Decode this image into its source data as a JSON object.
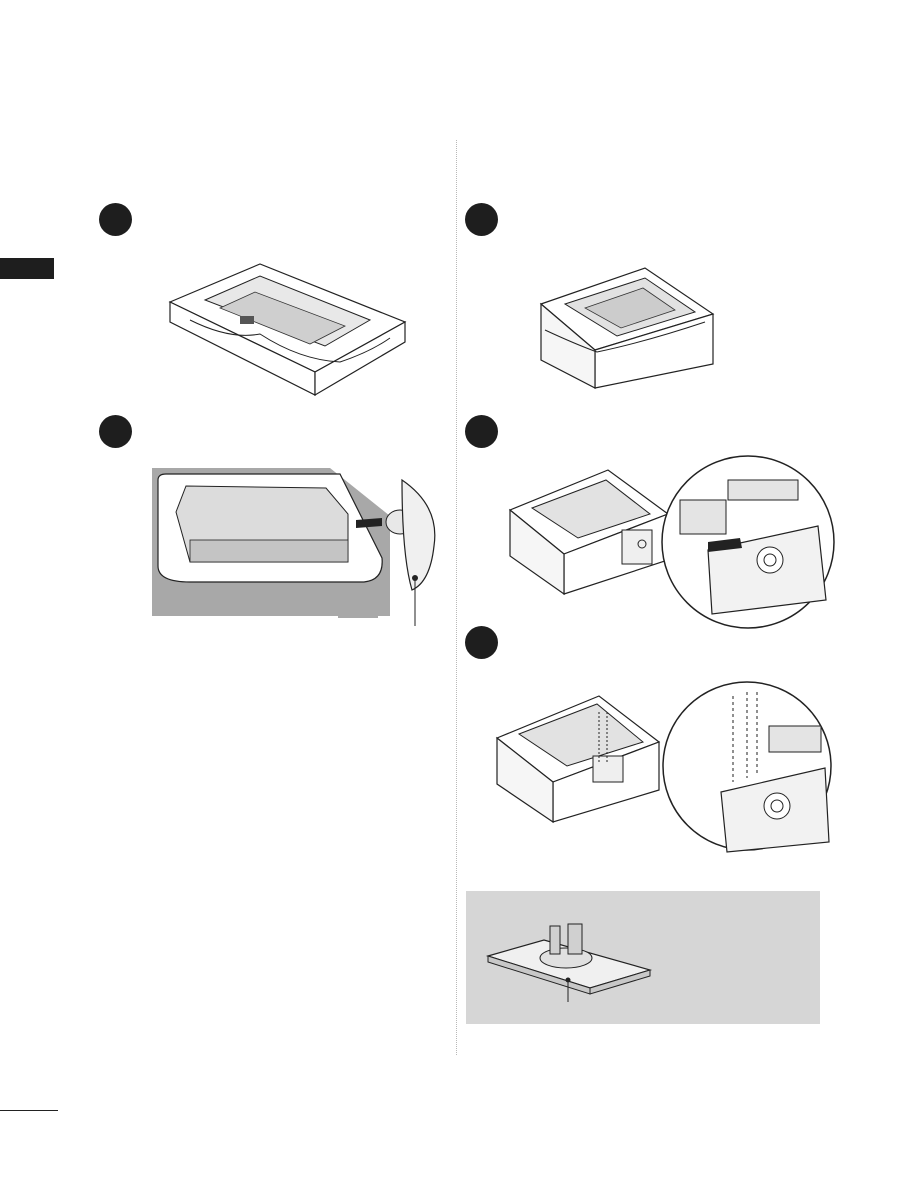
{
  "page": {
    "steps": [
      {
        "id": "left-1"
      },
      {
        "id": "left-2"
      },
      {
        "id": "right-1"
      },
      {
        "id": "right-2"
      },
      {
        "id": "right-3"
      }
    ]
  }
}
